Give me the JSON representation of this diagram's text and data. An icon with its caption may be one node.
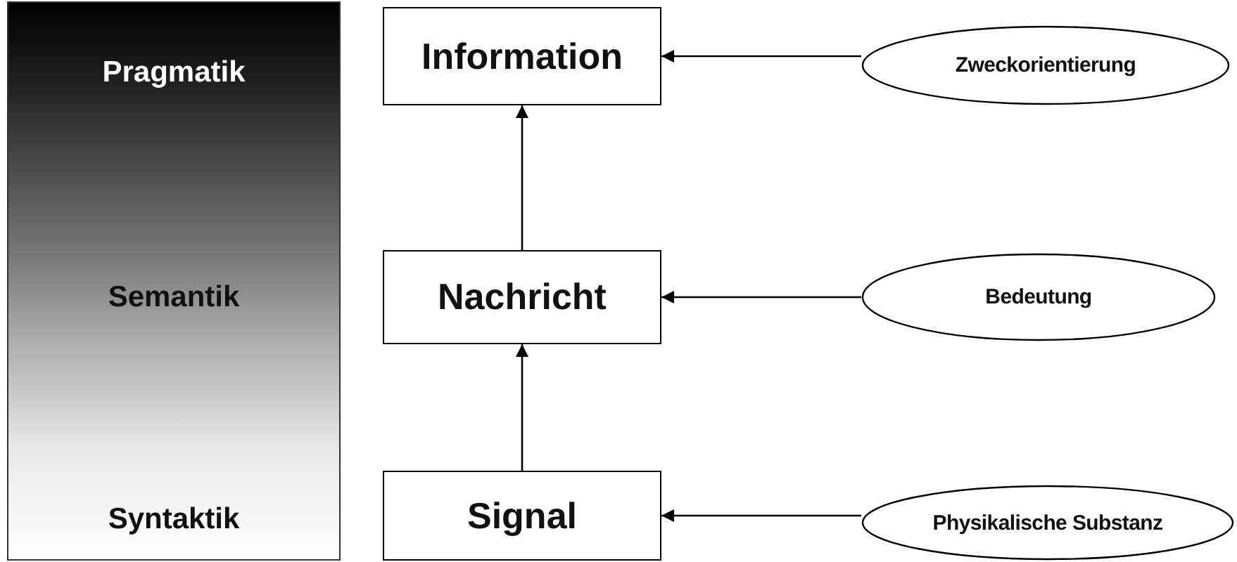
{
  "diagram": {
    "nodes": [
      {
        "text": [
          "Pragmatik",
          "Semantik",
          "Syntaktik"
        ]
      },
      {
        "text": [
          "Information"
        ]
      },
      {
        "text": [
          "Zweckorientierung"
        ]
      },
      {
        "text": [
          "Nachricht"
        ]
      },
      {
        "text": [
          "Bedeutung"
        ]
      },
      {
        "text": [
          "Signal"
        ]
      },
      {
        "text": [
          "Physikalische Substanz"
        ]
      }
    ],
    "edges": [
      {
        "from": 2,
        "to": 1,
        "arrow": "to"
      },
      {
        "from": 4,
        "to": 3,
        "arrow": "to"
      },
      {
        "from": 6,
        "to": 5,
        "arrow": "to"
      },
      {
        "from": 5,
        "to": 3,
        "arrow": "to"
      },
      {
        "from": 3,
        "to": 1,
        "arrow": "to"
      }
    ]
  }
}
